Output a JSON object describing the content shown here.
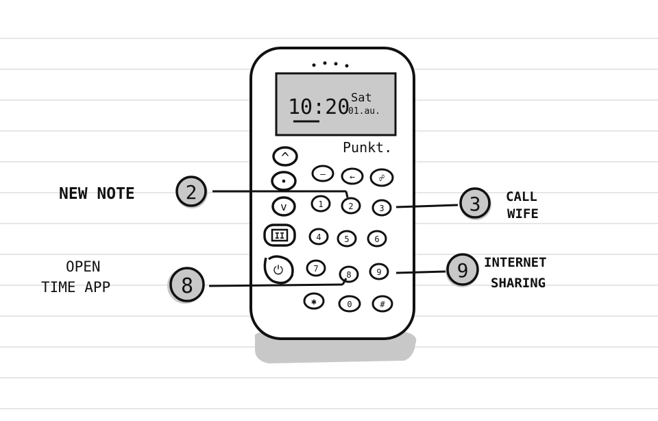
{
  "phone": {
    "time": "10:20",
    "day": "Sat",
    "date": "01.au.",
    "brand": "Punkt."
  },
  "keys": {
    "up": "^",
    "dot": "•",
    "dash": "—",
    "back": "←",
    "special": "☍",
    "v": "v",
    "k1": "1",
    "k2": "2",
    "k3": "3",
    "pause": "II",
    "k4": "4",
    "k5": "5",
    "k6": "6",
    "power": "⏻",
    "k7": "7",
    "k8": "8",
    "k9": "9",
    "star": "✱",
    "k0": "0",
    "hash": "#"
  },
  "callouts": {
    "new_note": {
      "number": "2",
      "label": "NEW NOTE"
    },
    "call_wife": {
      "number": "3",
      "line1": "CALL",
      "line2": "WIFE"
    },
    "open_time": {
      "number": "8",
      "line1": "OPEN",
      "line2": "TIME APP"
    },
    "internet": {
      "number": "9",
      "line1": "INTERNET",
      "line2": "SHARING"
    }
  },
  "colors": {
    "ink": "#111111",
    "shade": "#c8c8c8",
    "paper_line": "#e6e6e6"
  }
}
